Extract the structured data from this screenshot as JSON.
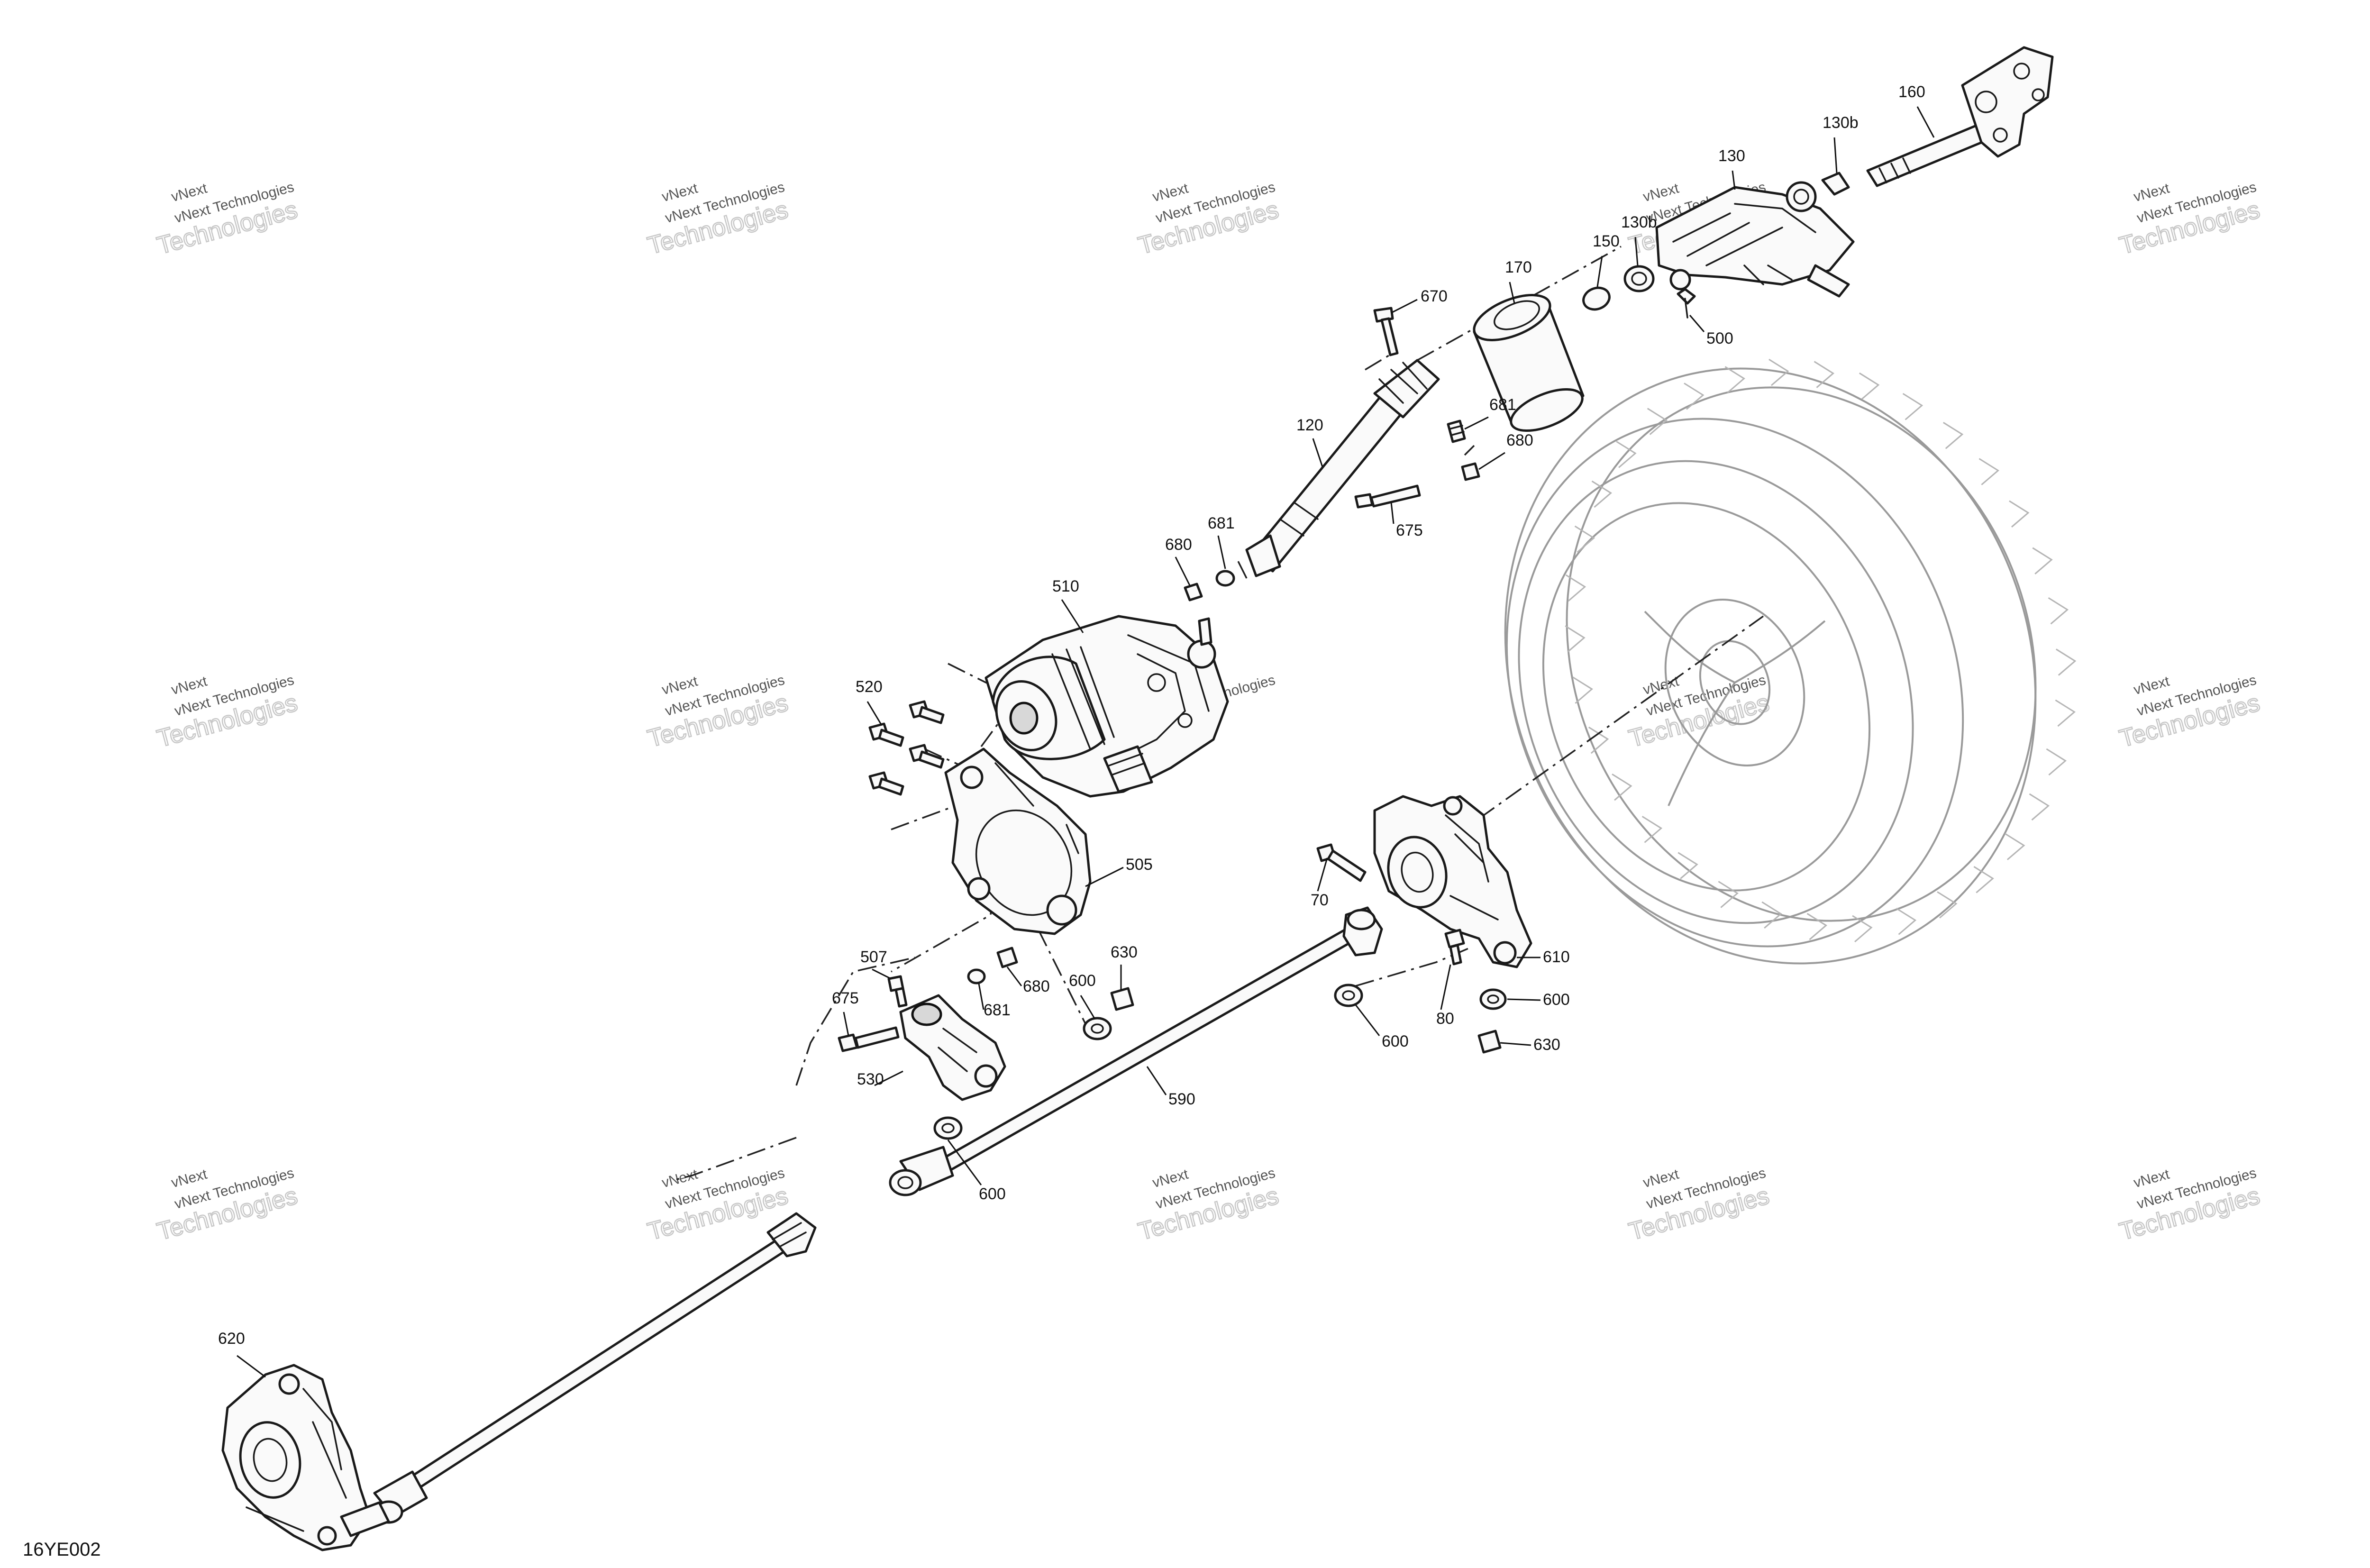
{
  "drawing": {
    "id": "16YE002",
    "watermark_lines": [
      "vNext",
      "Technologies"
    ],
    "callout_numbers": [
      "160",
      "130b",
      "130",
      "130b",
      "150",
      "170",
      "670",
      "500",
      "120",
      "681",
      "680",
      "675",
      "681",
      "680",
      "510",
      "520",
      "505",
      "70",
      "610",
      "600",
      "80",
      "600",
      "630",
      "507",
      "630",
      "600",
      "675",
      "681",
      "680",
      "530",
      "590",
      "600",
      "620"
    ]
  },
  "colors": {
    "line": "#1a1a1a",
    "tire_line": "#9a9a9a",
    "watermark": "#c8c8c8",
    "background": "#ffffff"
  }
}
